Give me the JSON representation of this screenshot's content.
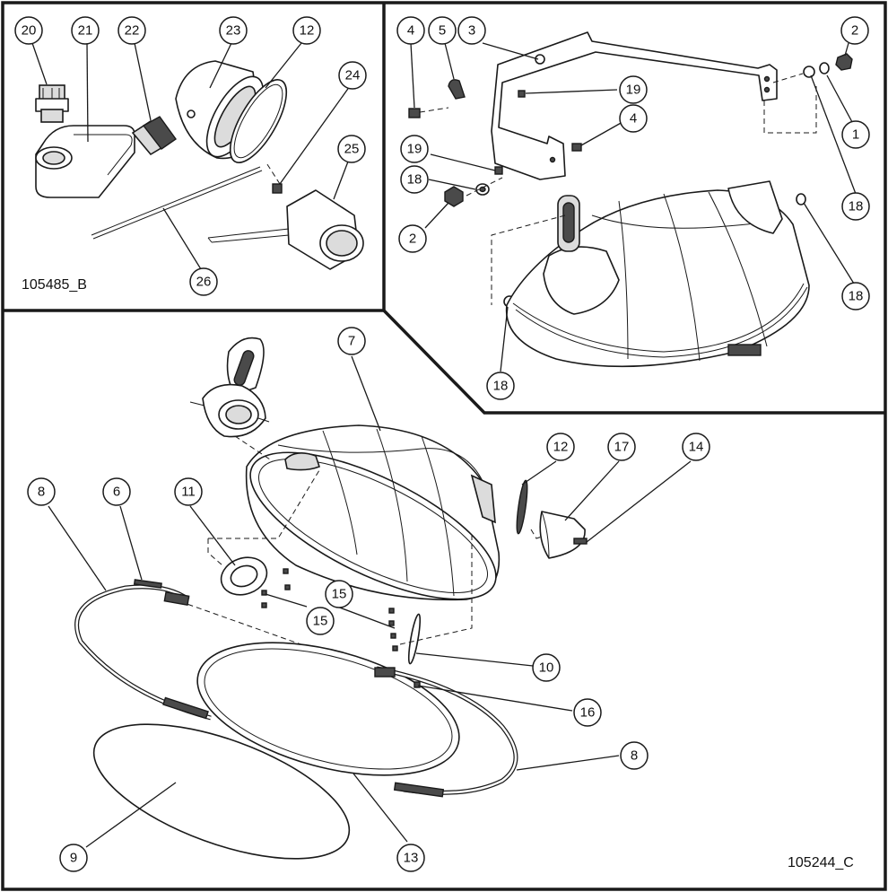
{
  "drawing_numbers": {
    "inset": "105485_B",
    "main": "105244_C"
  },
  "callouts": [
    {
      "id": "c20",
      "label": "20",
      "target": "elbow-connector-nut"
    },
    {
      "id": "c21",
      "label": "21",
      "target": "conduit-body"
    },
    {
      "id": "c22",
      "label": "22",
      "target": "knurled-fitting"
    },
    {
      "id": "c23",
      "label": "23",
      "target": "socket-cap-housing"
    },
    {
      "id": "c12a",
      "label": "12",
      "target": "housing-gasket"
    },
    {
      "id": "c24",
      "label": "24",
      "target": "screw"
    },
    {
      "id": "c25",
      "label": "25",
      "target": "lamp-socket"
    },
    {
      "id": "c26",
      "label": "26",
      "target": "socket-lead-wires"
    },
    {
      "id": "c4a",
      "label": "4",
      "target": "bracket-screw"
    },
    {
      "id": "c5",
      "label": "5",
      "target": "clip"
    },
    {
      "id": "c3",
      "label": "3",
      "target": "mounting-yoke"
    },
    {
      "id": "c2a",
      "label": "2",
      "target": "hex-nut"
    },
    {
      "id": "c1",
      "label": "1",
      "target": "lock-washer"
    },
    {
      "id": "c19a",
      "label": "19",
      "target": "square-nut"
    },
    {
      "id": "c4b",
      "label": "4",
      "target": "bracket-screw"
    },
    {
      "id": "c19b",
      "label": "19",
      "target": "square-nut"
    },
    {
      "id": "c18a",
      "label": "18",
      "target": "flat-washer"
    },
    {
      "id": "c18b",
      "label": "18",
      "target": "flat-washer"
    },
    {
      "id": "c18c",
      "label": "18",
      "target": "flat-washer"
    },
    {
      "id": "c18d",
      "label": "18",
      "target": "flat-washer"
    },
    {
      "id": "c2b",
      "label": "2",
      "target": "hex-nut"
    },
    {
      "id": "c7",
      "label": "7",
      "target": "reflector-housing"
    },
    {
      "id": "c8a",
      "label": "8",
      "target": "lens-ring-clamp"
    },
    {
      "id": "c6",
      "label": "6",
      "target": "clamp-screw"
    },
    {
      "id": "c11",
      "label": "11",
      "target": "socket-plate"
    },
    {
      "id": "c12b",
      "label": "12",
      "target": "end-gasket"
    },
    {
      "id": "c17",
      "label": "17",
      "target": "end-cap"
    },
    {
      "id": "c14",
      "label": "14",
      "target": "end-cap-screw"
    },
    {
      "id": "c15a",
      "label": "15",
      "target": "plate-screws"
    },
    {
      "id": "c15b",
      "label": "15",
      "target": "plate-screws"
    },
    {
      "id": "c10",
      "label": "10",
      "target": "small-gasket"
    },
    {
      "id": "c16",
      "label": "16",
      "target": "latch"
    },
    {
      "id": "c8b",
      "label": "8",
      "target": "lens-ring-clamp"
    },
    {
      "id": "c9",
      "label": "9",
      "target": "lens"
    },
    {
      "id": "c13",
      "label": "13",
      "target": "lens-gasket"
    }
  ]
}
